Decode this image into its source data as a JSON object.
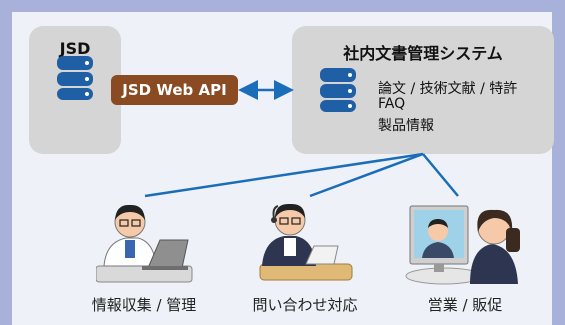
{
  "jsd": {
    "title": "JSD"
  },
  "api": {
    "label": "JSD Web API"
  },
  "system": {
    "title": "社内文書管理システム",
    "lines": [
      "論文 / 技術文献 / 特許",
      "FAQ",
      "製品情報"
    ]
  },
  "users": [
    {
      "label": "情報収集 / 管理"
    },
    {
      "label": "問い合わせ対応"
    },
    {
      "label": "営業 / 販促"
    }
  ],
  "colors": {
    "background": "#a8b1d9",
    "panel": "#eef2f8",
    "box": "#d5d5d5",
    "database": "#1f5fa6",
    "api_badge": "#8a4a22",
    "connector": "#1a6db8"
  },
  "icons": [
    "database-icon",
    "database-icon",
    "bidirectional-arrow-icon",
    "researcher-with-laptop-icon",
    "support-operator-icon",
    "video-call-sales-icon"
  ]
}
